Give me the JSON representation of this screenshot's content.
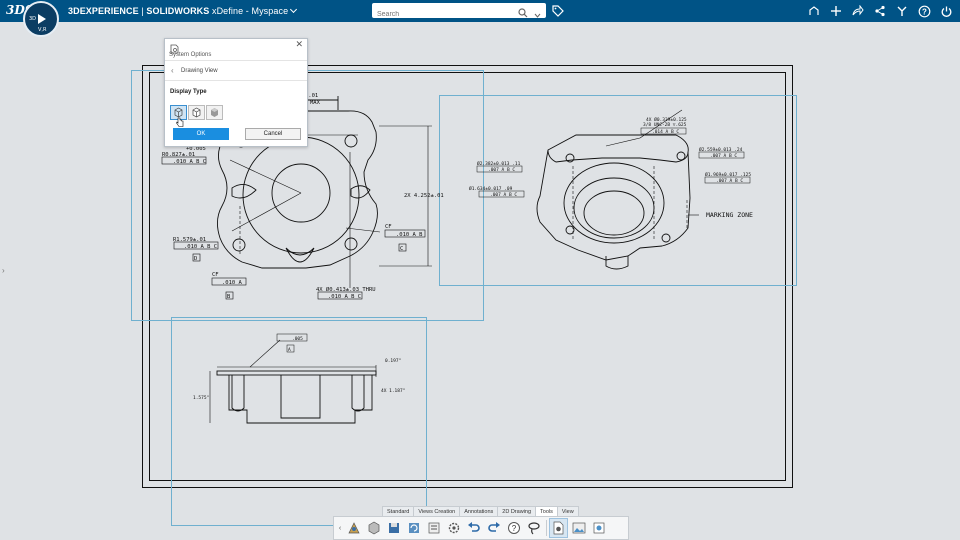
{
  "app": {
    "compass_labels": [
      "3D",
      "V,R"
    ],
    "ds_logo": "3DS",
    "brand_3d": "3DEXPERIENCE",
    "brand_sep": " | ",
    "brand_sw": "SOLIDWORKS",
    "brand_rest": " xDefine - Myspace"
  },
  "search": {
    "placeholder": "Search"
  },
  "top_icons": [
    "share-icon",
    "add-icon",
    "forward-icon",
    "network-icon",
    "tools-icon",
    "help-icon",
    "power-icon"
  ],
  "dialog": {
    "title": "System Options",
    "breadcrumb": "Drawing View",
    "section": "Display Type",
    "ok_label": "OK",
    "cancel_label": "Cancel"
  },
  "drawing": {
    "tl": {
      "dim_top": "0.01",
      "max": "MAX",
      "tol1": "+0.005",
      "r_dim": "R0.827±.01",
      "fcf1": ".010 A B C",
      "r2": "R1.579±.01",
      "fcf2": ".010 A B C",
      "datum_d": "D",
      "cf": "CF",
      "fcf3": ".010 A",
      "datum_b": "B",
      "holes": "4X Ø0.413±.03 THRU",
      "fcf4": ".010 A B C",
      "cf2": "CF",
      "fcf5": ".010 A B",
      "datum_c": "C",
      "dim_2x": "2X 4.252±.01"
    },
    "tr": {
      "h1": "4X Ø0.339±0.125",
      "h2": "3/8 UNC-2B ▽.625",
      "fcf1": ".014 A B C",
      "d1": "Ø2.382±0.013 .11",
      "fcf2": ".007 A B C",
      "d2": "Ø2.559±0.013 .24",
      "fcf3": ".007 A B C",
      "d3": "Ø1.634±0.017 .09",
      "fcf4": ".007 A B C",
      "d4": "Ø1.969±0.017 .125",
      "fcf5": ".007 A B C",
      "marking": "MARKING ZONE"
    },
    "bv": {
      "fcf": ".005",
      "datum_a": "A",
      "d1": "0.197\"",
      "d2": "1.575\"",
      "d3": "4X 1.187\""
    }
  },
  "toolbar": {
    "tabs": [
      "Standard",
      "Views Creation",
      "Annotations",
      "2D Drawing",
      "Tools",
      "View"
    ],
    "active_tab": "Tools",
    "icons": [
      "smart-dimension-icon",
      "part-icon",
      "save-icon",
      "rebuild-icon",
      "properties-icon",
      "options-icon",
      "undo-icon",
      "redo-icon",
      "help-icon",
      "lasso-icon",
      "drawing-view-icon",
      "image-icon",
      "layers-icon"
    ]
  }
}
